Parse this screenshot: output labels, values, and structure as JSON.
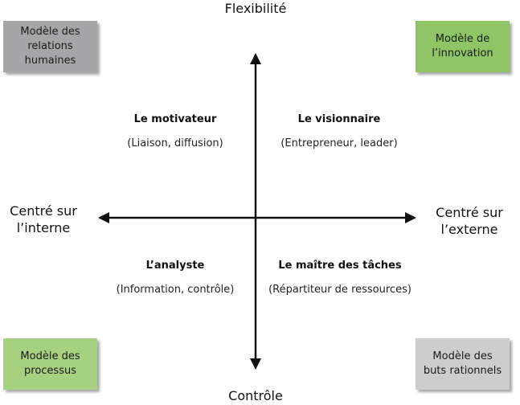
{
  "axes": {
    "top": "Flexibilité",
    "bottom": "Contrôle",
    "left": "Centré sur l’interne",
    "right": "Centré sur l’externe"
  },
  "corners": {
    "top_left": {
      "label": "Modèle des relations humaines",
      "color": "#a6a6a8"
    },
    "top_right": {
      "label": "Modèle de l’innovation",
      "color": "#8fc565"
    },
    "bottom_left": {
      "label": "Modèle des processus",
      "color": "#a6d17f"
    },
    "bottom_right": {
      "label": "Modèle des buts rationnels",
      "color": "#cdcdcd"
    }
  },
  "quadrants": {
    "top_left": {
      "title": "Le motivateur",
      "subtitle": "(Liaison, diffusion)"
    },
    "top_right": {
      "title": "Le visionnaire",
      "subtitle": "(Entrepreneur, leader)"
    },
    "bottom_left": {
      "title": "L’analyste",
      "subtitle": "(Information, contrôle)"
    },
    "bottom_right": {
      "title": "Le maître des tâches",
      "subtitle": "(Répartiteur de ressources)"
    }
  }
}
